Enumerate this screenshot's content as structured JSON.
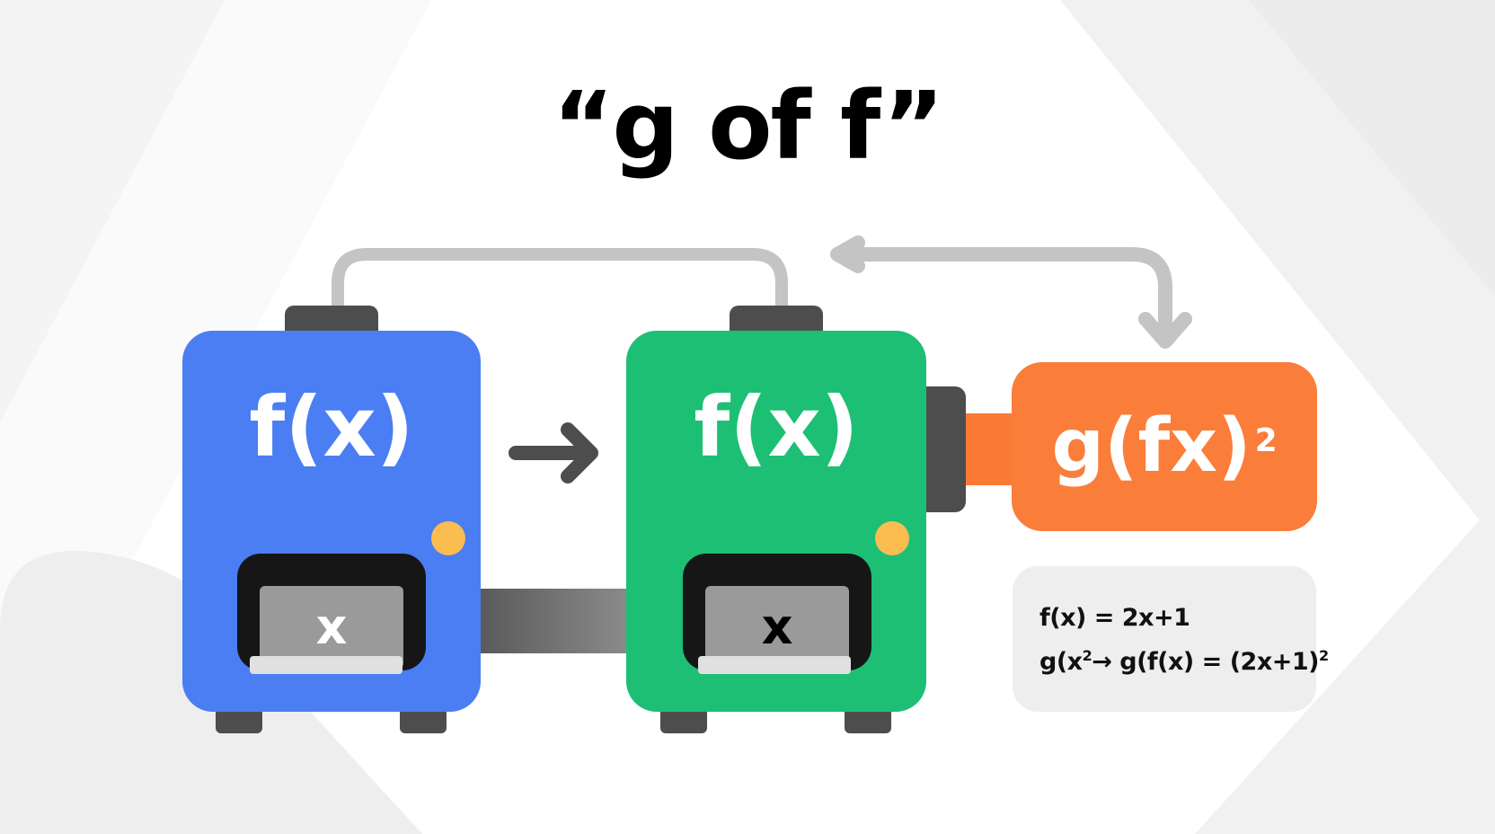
{
  "title": "“g of f”",
  "machines": [
    {
      "id": "first",
      "color": "#4a7ef2",
      "label": "f(x)",
      "input_label": "x",
      "input_label_color": "#ffffff",
      "indicator_color": "#fbbd4f"
    },
    {
      "id": "second",
      "color": "#1dbf75",
      "label": "f(x)",
      "input_label": "x",
      "input_label_color": "#000000",
      "indicator_color": "#fbbd4f"
    }
  ],
  "output": {
    "color": "#fa7d3a",
    "label": "g(fx)",
    "superscript": "2"
  },
  "formulas": {
    "line1": "f(x) = 2x+1",
    "line2_prefix": "g(x",
    "line2_sup1": "2",
    "line2_mid": "→ g(f(x) = (2x+1)",
    "line2_sup2": "2"
  },
  "arrows": {
    "between_machines": "right-arrow",
    "top_loop": "connector-pipe",
    "return_arrow": "left-then-down-arrow"
  },
  "colors": {
    "pipe": "#c4c4c4",
    "dark_part": "#4d4d4d",
    "arrow": "#4d4d4d"
  }
}
